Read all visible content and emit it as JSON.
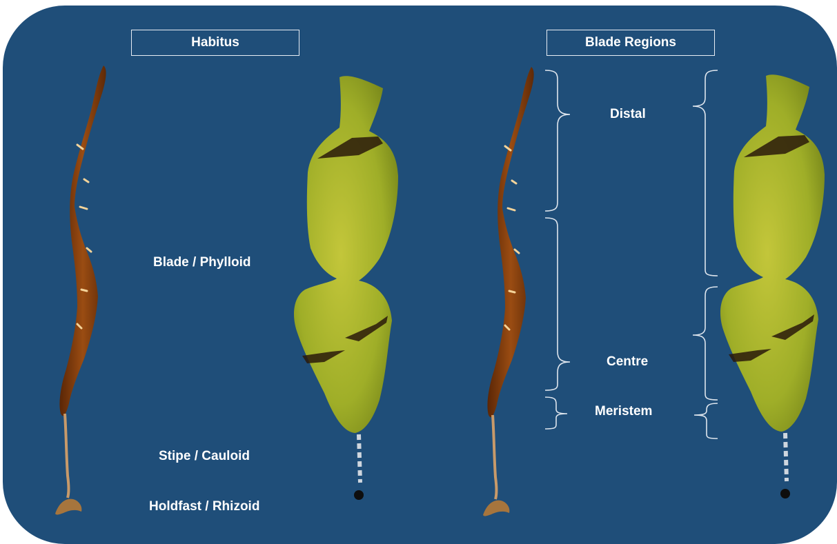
{
  "habitus": {
    "title": "Habitus",
    "labels": {
      "blade": "Blade / Phylloid",
      "stipe": "Stipe / Cauloid",
      "holdfast": "Holdfast / Rhizoid"
    }
  },
  "blade_regions": {
    "title": "Blade Regions",
    "labels": {
      "distal": "Distal",
      "centre": "Centre",
      "meristem": "Meristem"
    }
  },
  "colors": {
    "background": "#1f4e79",
    "text": "#ffffff",
    "brown_kelp": "#7a3a0c",
    "green_kelp": "#a7b42a"
  }
}
